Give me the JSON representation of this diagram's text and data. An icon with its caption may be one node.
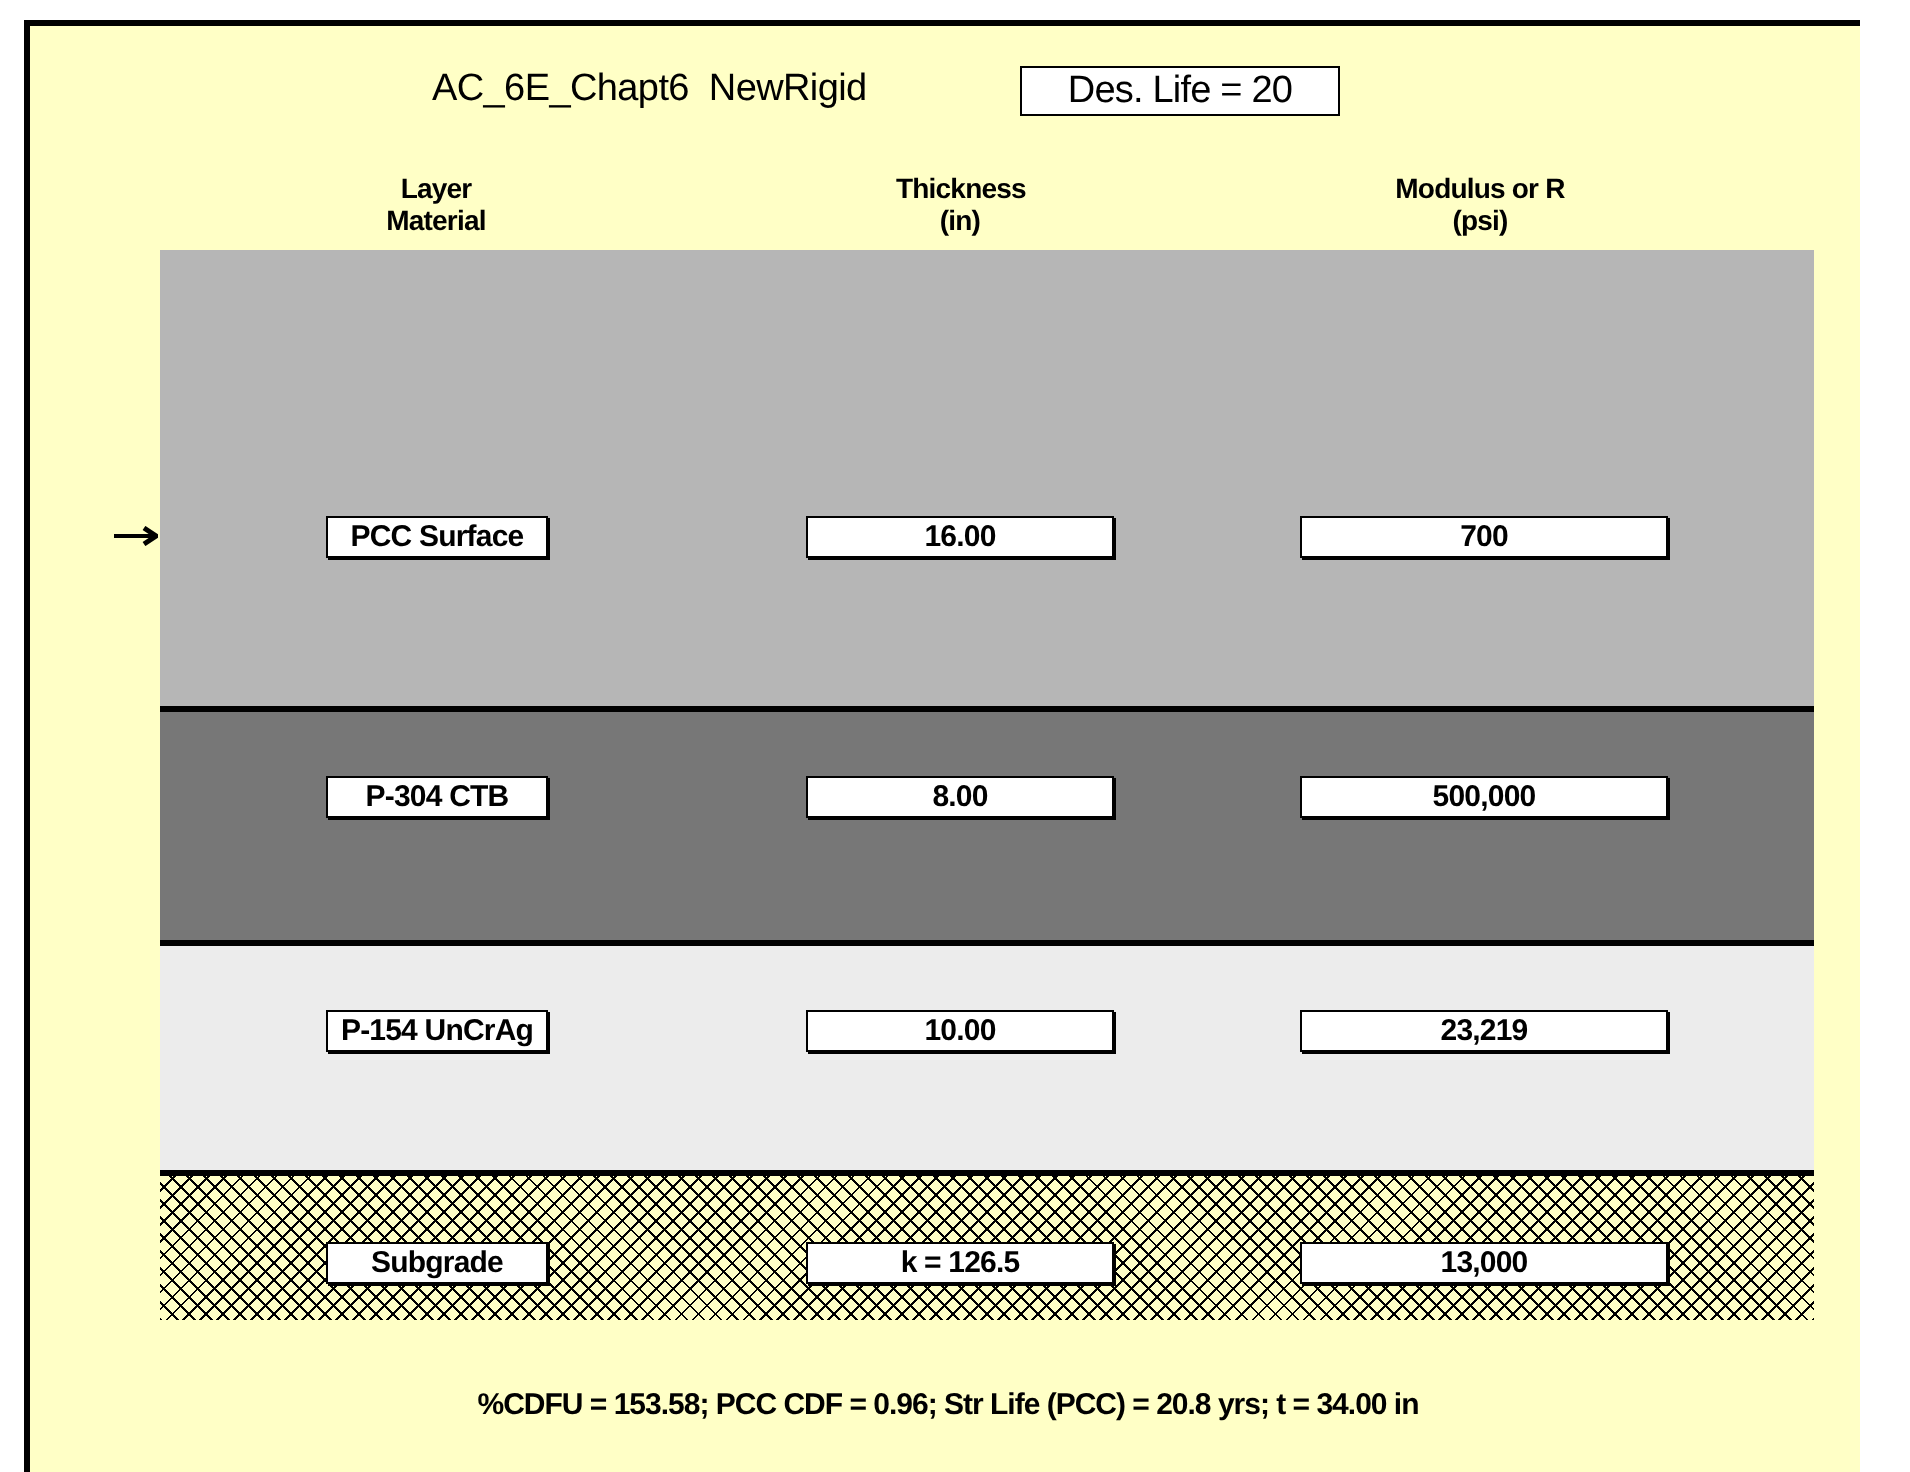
{
  "diagram": {
    "title": "AC_6E_Chapt6  NewRigid",
    "caption": "%CDFU = 153.58; PCC CDF = 0.96; Str Life (PCC) = 20.8 yrs; t = 34.00 in",
    "nodes": [
      {
        "text": [
          "Des. Life = 20"
        ]
      },
      {
        "text": [],
        "shape": "bar"
      },
      {
        "text": [
          "PCC Surface"
        ],
        "in": 1
      },
      {
        "text": [
          "16.00"
        ],
        "in": 1
      },
      {
        "text": [
          "700"
        ],
        "in": 1
      },
      {
        "text": [],
        "shape": "bar"
      },
      {
        "text": [
          "P-304 CTB"
        ],
        "in": 5
      },
      {
        "text": [
          "8.00"
        ],
        "in": 5
      },
      {
        "text": [
          "500,000"
        ],
        "in": 5
      },
      {
        "text": [],
        "shape": "bar"
      },
      {
        "text": [
          "P-154 UnCrAg"
        ],
        "in": 9
      },
      {
        "text": [
          "10.00"
        ],
        "in": 9
      },
      {
        "text": [
          "23,219"
        ],
        "in": 9
      },
      {
        "text": [],
        "shape": "bar"
      },
      {
        "text": [
          "Subgrade"
        ],
        "in": 13
      },
      {
        "text": [
          "k = 126.5"
        ],
        "in": 13
      },
      {
        "text": [
          "13,000"
        ],
        "in": 13
      }
    ],
    "edges": [
      {
        "from": null,
        "to": 1,
        "arrow": "to"
      }
    ],
    "labels": [
      "Layer Material",
      "Thickness (in)",
      "Modulus or R (psi)"
    ]
  }
}
